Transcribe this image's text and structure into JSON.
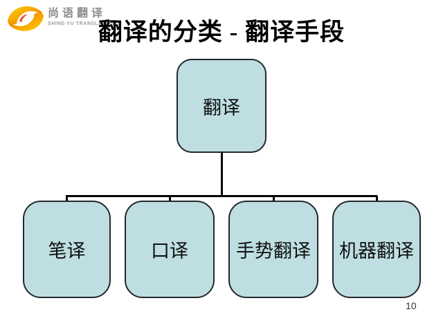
{
  "slide": {
    "title": "翻译的分类 - 翻译手段",
    "page_number": "10",
    "background": "#ffffff"
  },
  "logo": {
    "name": "尚语翻译",
    "subtitle": "SHINE-YU TRANSLATION",
    "icon": "swirl-icon",
    "colors": {
      "swirl_yellow": "#ffd200",
      "swirl_orange": "#f59c00",
      "swirl_red": "#e8380d",
      "text_gray": "#8c8c8c"
    }
  },
  "diagram": {
    "type": "tree",
    "node_fill": "#bedee2",
    "node_border": "#23272b",
    "line_color": "#000000",
    "root": {
      "label": "翻译"
    },
    "children": [
      {
        "label": "笔译"
      },
      {
        "label": "口译"
      },
      {
        "label": "手势翻译"
      },
      {
        "label": "机器翻译"
      }
    ]
  }
}
